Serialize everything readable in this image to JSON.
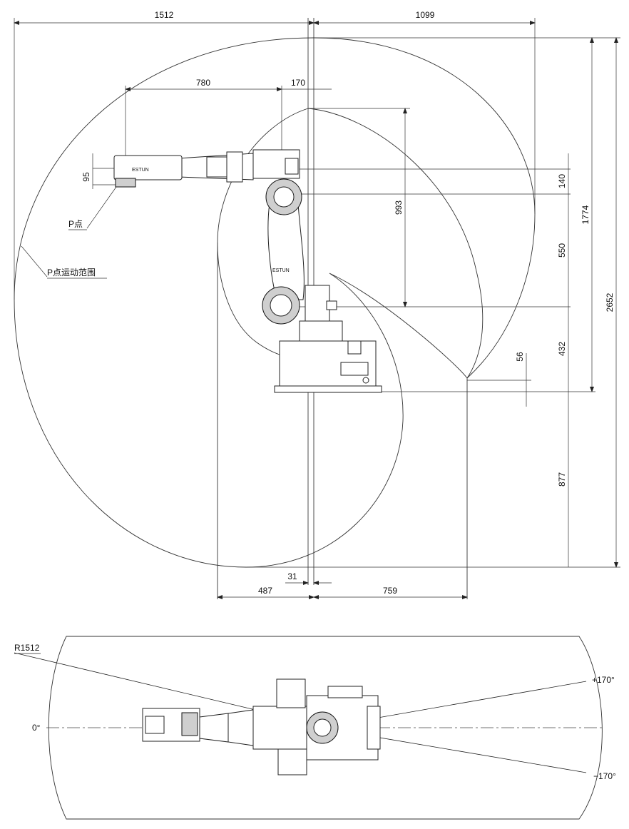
{
  "side_view": {
    "dimensions": {
      "reach_back": "1512",
      "reach_front": "1099",
      "arm_length": "780",
      "offset_170": "170",
      "tool_95": "95",
      "height_993": "993",
      "height_140": "140",
      "height_550": "550",
      "height_1774": "1774",
      "height_2652": "2652",
      "height_432": "432",
      "height_56": "56",
      "depth_877": "877",
      "offset_31": "31",
      "bottom_487": "487",
      "bottom_759": "759"
    },
    "labels": {
      "p_point": "P点",
      "p_range": "P点运动范围"
    },
    "brand": "ESTUN"
  },
  "top_view": {
    "radius_label": "R1512",
    "angle_zero": "0°",
    "angle_pos": "+170°",
    "angle_neg": "−170°"
  }
}
